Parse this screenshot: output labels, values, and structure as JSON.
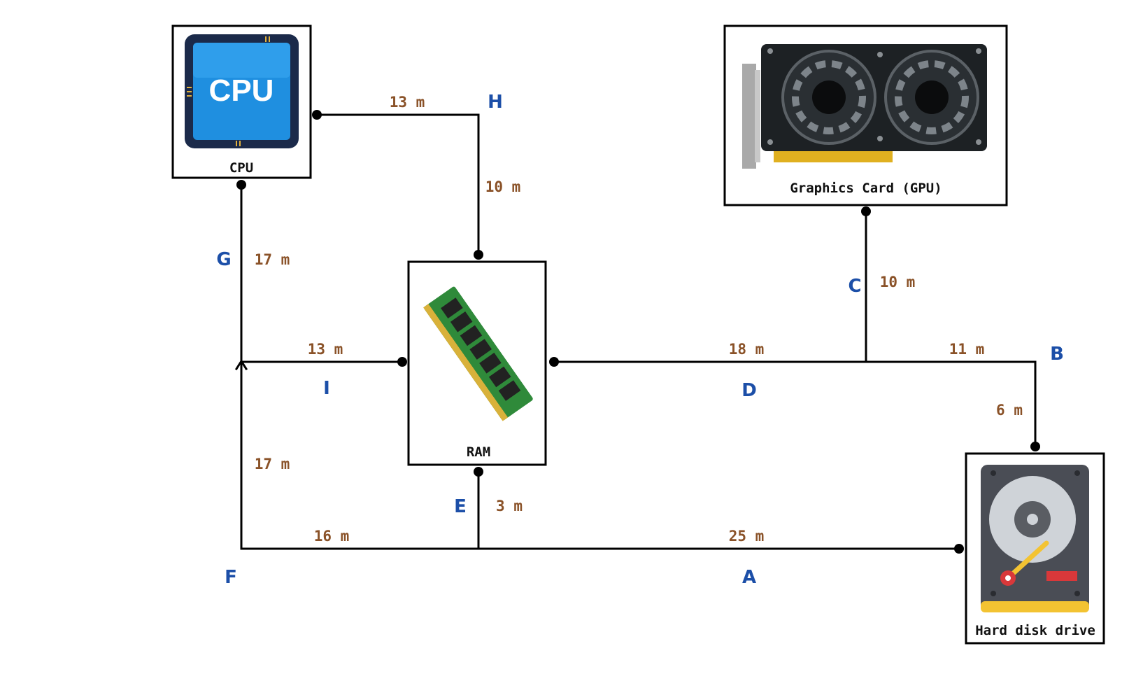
{
  "components": {
    "cpu": {
      "label": "CPU",
      "chip_text": "CPU"
    },
    "gpu": {
      "label": "Graphics Card (GPU)"
    },
    "ram": {
      "label": "RAM"
    },
    "hdd": {
      "label": "Hard disk drive"
    }
  },
  "segments": {
    "A": {
      "letter": "A",
      "length": "25 m"
    },
    "B": {
      "letter": "B",
      "length_horizontal": "11 m",
      "length_vertical": "6 m"
    },
    "C": {
      "letter": "C",
      "length": "10 m"
    },
    "D": {
      "letter": "D",
      "length": "18 m"
    },
    "E": {
      "letter": "E",
      "length": "3 m"
    },
    "F": {
      "letter": "F",
      "length_vertical": "17 m",
      "length_horizontal": "16 m"
    },
    "G": {
      "letter": "G",
      "length": "17 m"
    },
    "H": {
      "letter": "H",
      "length_horizontal": "13 m",
      "length_vertical": "10 m"
    },
    "I": {
      "letter": "I",
      "length": "13 m"
    }
  },
  "colors": {
    "wire": "#000000",
    "distance_label": "#8a5228",
    "segment_letter": "#1c4fa8"
  }
}
